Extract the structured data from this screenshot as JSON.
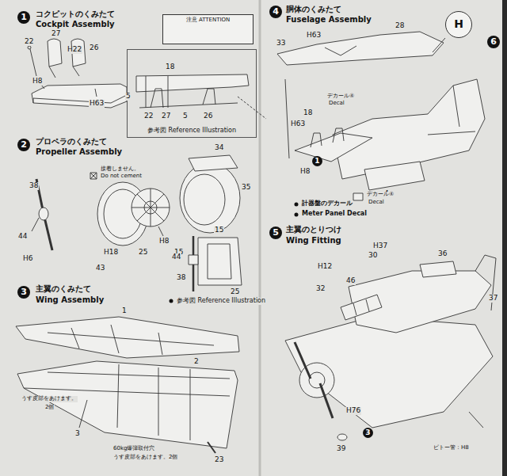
{
  "diagram": {
    "nodes": [
      {
        "text": [
          "1"
        ]
      },
      {
        "text": [
          "注意 ATTENTION"
        ]
      },
      {
        "text": [
          "参考図 Reference Illustration"
        ]
      },
      {
        "text": [
          "2"
        ]
      },
      {
        "text": [
          "3"
        ]
      },
      {
        "text": [
          "4"
        ]
      },
      {
        "text": [
          "H"
        ]
      },
      {
        "text": [
          "1"
        ]
      },
      {
        "text": [
          "5"
        ]
      },
      {
        "text": [
          "3"
        ]
      },
      {
        "text": [
          "6"
        ]
      }
    ],
    "labels": [
      "コクピットのくみたて",
      "Cockpit Assembly",
      "22",
      "27",
      "H22",
      "26",
      "H8",
      "5",
      "H63",
      "18",
      "22",
      "27",
      "5",
      "26",
      "プロペラのくみたて",
      "Propeller Assembly",
      "34",
      "接着しません。",
      "Do not cement",
      "38",
      "44",
      "H6",
      "43",
      "H18",
      "25",
      "H8",
      "15",
      "35",
      "15",
      "44",
      "38",
      "25",
      "参考図 Reference Illustration",
      "主翼のくみたて",
      "Wing Assembly",
      "1",
      "2",
      "うす皮部をあけます。",
      "2個",
      "3",
      "60kg爆弾取付穴",
      "うす皮部をあけます。2個",
      "23",
      "胴体のくみたて",
      "Fuselage Assembly",
      "33",
      "H63",
      "28",
      "18",
      "H63",
      "H8",
      "デカール④",
      "Decal",
      "4",
      "計器盤のデカール",
      "Meter Panel Decal",
      "デカール④",
      "Decal",
      "主翼のとりつけ",
      "Wing Fitting",
      "H37",
      "30",
      "36",
      "H12",
      "32",
      "46",
      "H76",
      "39",
      "ピトー管：H8",
      "37"
    ]
  }
}
